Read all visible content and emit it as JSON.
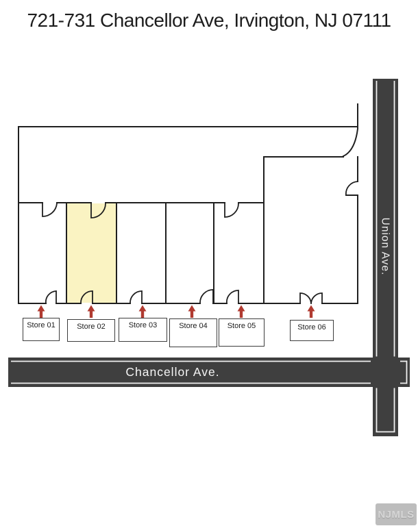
{
  "title": "721-731 Chancellor Ave, Irvington, NJ 07111",
  "plan": {
    "highlighted_store": "Store 02",
    "stores": [
      {
        "label": "Store 01"
      },
      {
        "label": "Store 02"
      },
      {
        "label": "Store 03"
      },
      {
        "label": "Store 04"
      },
      {
        "label": "Store 05"
      },
      {
        "label": "Store 06"
      }
    ]
  },
  "roads": {
    "chancellor": {
      "label": "Chancellor Ave."
    },
    "union": {
      "label": "Union Ave."
    }
  },
  "watermark": "NJMLS",
  "colors": {
    "highlight": "#FAF3C2",
    "arrow": "#B03A30",
    "road": "#3F3F3F",
    "road_stripe": "#F0F0F0",
    "wall": "#1F1F1F"
  }
}
